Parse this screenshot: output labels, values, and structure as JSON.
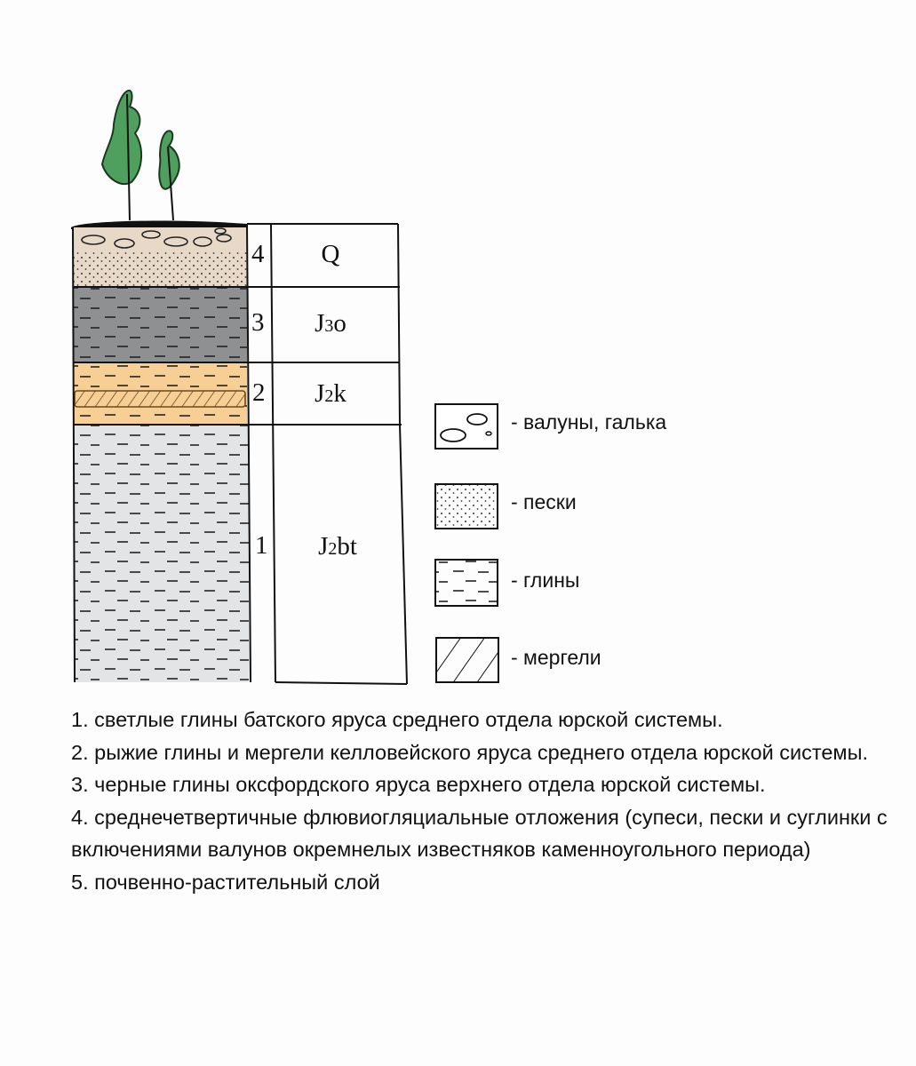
{
  "column": {
    "layers": [
      {
        "number": "4",
        "index_base": "Q",
        "index_sub": "",
        "index_tail": "",
        "color": "#e8d8c8"
      },
      {
        "number": "3",
        "index_base": "J",
        "index_sub": "3",
        "index_tail": "o",
        "color": "#8f9092"
      },
      {
        "number": "2",
        "index_base": "J",
        "index_sub": "2",
        "index_tail": "k",
        "color": "#f7cf95"
      },
      {
        "number": "1",
        "index_base": "J",
        "index_sub": "2",
        "index_tail": "bt",
        "color": "#e3e4e6"
      }
    ]
  },
  "legend": [
    {
      "pattern": "boulders",
      "label": "- валуны, галька"
    },
    {
      "pattern": "sand",
      "label": "- пески"
    },
    {
      "pattern": "clay",
      "label": "- глины"
    },
    {
      "pattern": "marl",
      "label": "- мергели"
    }
  ],
  "description": [
    "1. светлые глины батского яруса среднего отдела юрской системы.",
    "2. рыжие глины и мергели келловейского яруса среднего отдела юрской системы.",
    "3. черные глины оксфордского яруса верхнего отдела юрской системы.",
    "4. среднечетвертичные флювиогляциальные отложения (супеси, пески и суглинки с включениями валунов окремнелых известняков каменноугольного периода)",
    "5. почвенно-растительный слой"
  ]
}
